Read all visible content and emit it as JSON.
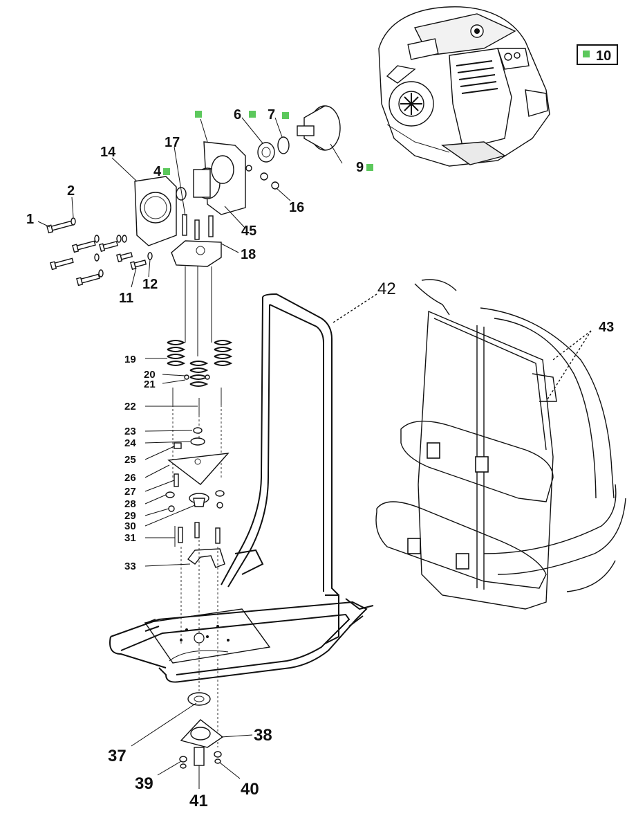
{
  "labels": {
    "p1": "1",
    "p2": "2",
    "p4": "4",
    "p6": "6",
    "p7": "7",
    "p9": "9",
    "p10": "10",
    "p11": "11",
    "p12": "12",
    "p14": "14",
    "p16": "16",
    "p17": "17",
    "p18": "18",
    "p19": "19",
    "p20": "20",
    "p21": "21",
    "p22": "22",
    "p23": "23",
    "p24": "24",
    "p25": "25",
    "p26": "26",
    "p27": "27",
    "p28": "28",
    "p29": "29",
    "p30": "30",
    "p31": "31",
    "p33": "33",
    "p37": "37",
    "p38": "38",
    "p39": "39",
    "p40": "40",
    "p41": "41",
    "p42": "42",
    "p43": "43",
    "p45": "45"
  },
  "colors": {
    "marker": "#5cc85c",
    "line": "#111111"
  }
}
